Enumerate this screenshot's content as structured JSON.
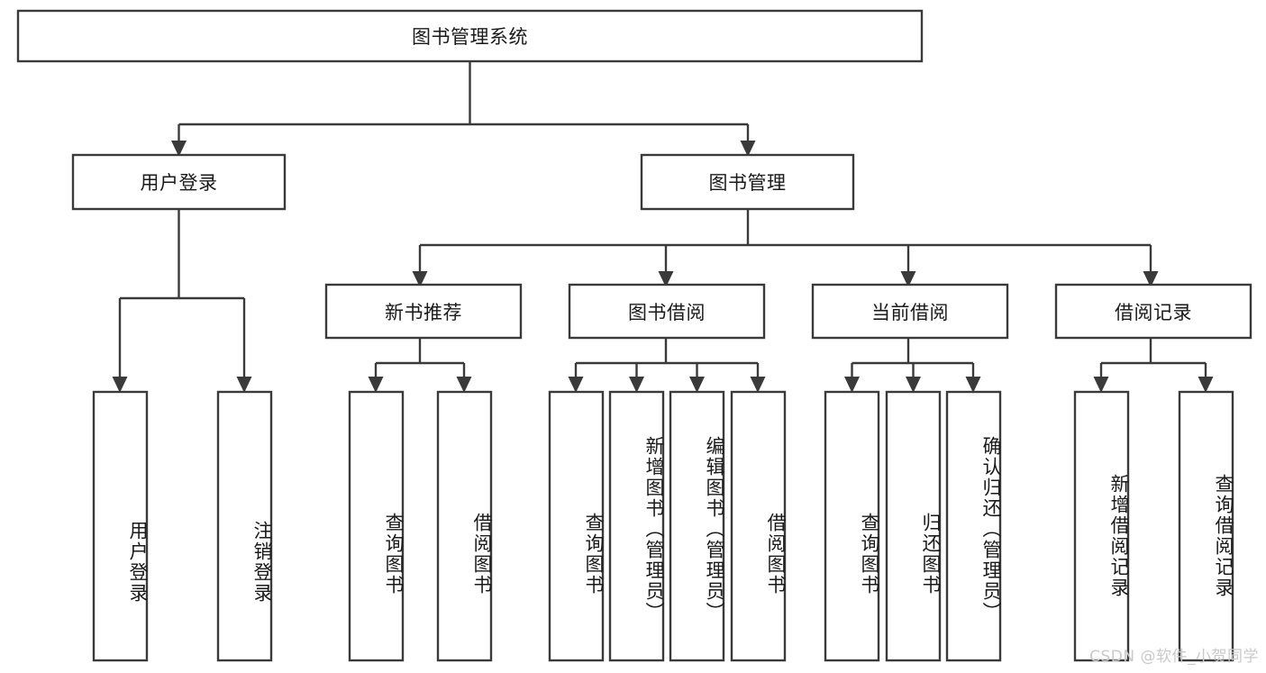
{
  "diagram": {
    "type": "tree",
    "title": "图书管理系统",
    "watermark": "CSDN @软件_小贺同学",
    "colors": {
      "box_stroke": "#3a3a3a",
      "box_fill": "#ffffff",
      "connector": "#3a3a3a",
      "text": "#1a1a1a",
      "watermark": "#c9c9c9",
      "background": "#ffffff"
    },
    "nodes": {
      "root": {
        "label": "图书管理系统",
        "level": 0,
        "orientation": "horizontal"
      },
      "level1": [
        {
          "id": "user-login",
          "label": "用户登录",
          "orientation": "horizontal"
        },
        {
          "id": "book-management",
          "label": "图书管理",
          "orientation": "horizontal"
        }
      ],
      "level2": [
        {
          "id": "new-book-recommend",
          "label": "新书推荐",
          "orientation": "horizontal",
          "parent": "book-management"
        },
        {
          "id": "book-borrow",
          "label": "图书借阅",
          "orientation": "horizontal",
          "parent": "book-management"
        },
        {
          "id": "current-borrow",
          "label": "当前借阅",
          "orientation": "horizontal",
          "parent": "book-management"
        },
        {
          "id": "borrow-record",
          "label": "借阅记录",
          "orientation": "horizontal",
          "parent": "book-management"
        }
      ],
      "leaves": [
        {
          "id": "leaf-user-login",
          "label": "用户登录",
          "orientation": "vertical",
          "parent": "user-login"
        },
        {
          "id": "leaf-user-logout",
          "label": "注销登录",
          "orientation": "vertical",
          "parent": "user-login"
        },
        {
          "id": "leaf-query-book-1",
          "label": "查询图书",
          "orientation": "vertical",
          "parent": "new-book-recommend"
        },
        {
          "id": "leaf-borrow-book-1",
          "label": "借阅图书",
          "orientation": "vertical",
          "parent": "new-book-recommend"
        },
        {
          "id": "leaf-query-book-2",
          "label": "查询图书",
          "orientation": "vertical",
          "parent": "book-borrow"
        },
        {
          "id": "leaf-add-book",
          "label": "新增图书（管理员）",
          "orientation": "vertical",
          "parent": "book-borrow"
        },
        {
          "id": "leaf-edit-book",
          "label": "编辑图书（管理员）",
          "orientation": "vertical",
          "parent": "book-borrow"
        },
        {
          "id": "leaf-borrow-book-2",
          "label": "借阅图书",
          "orientation": "vertical",
          "parent": "book-borrow"
        },
        {
          "id": "leaf-query-book-3",
          "label": "查询图书",
          "orientation": "vertical",
          "parent": "current-borrow"
        },
        {
          "id": "leaf-return-book",
          "label": "归还图书",
          "orientation": "vertical",
          "parent": "current-borrow"
        },
        {
          "id": "leaf-confirm-return",
          "label": "确认归还（管理员）",
          "orientation": "vertical",
          "parent": "current-borrow"
        },
        {
          "id": "leaf-add-record",
          "label": "新增借阅记录",
          "orientation": "vertical",
          "parent": "borrow-record"
        },
        {
          "id": "leaf-query-record",
          "label": "查询借阅记录",
          "orientation": "vertical",
          "parent": "borrow-record"
        }
      ]
    }
  }
}
